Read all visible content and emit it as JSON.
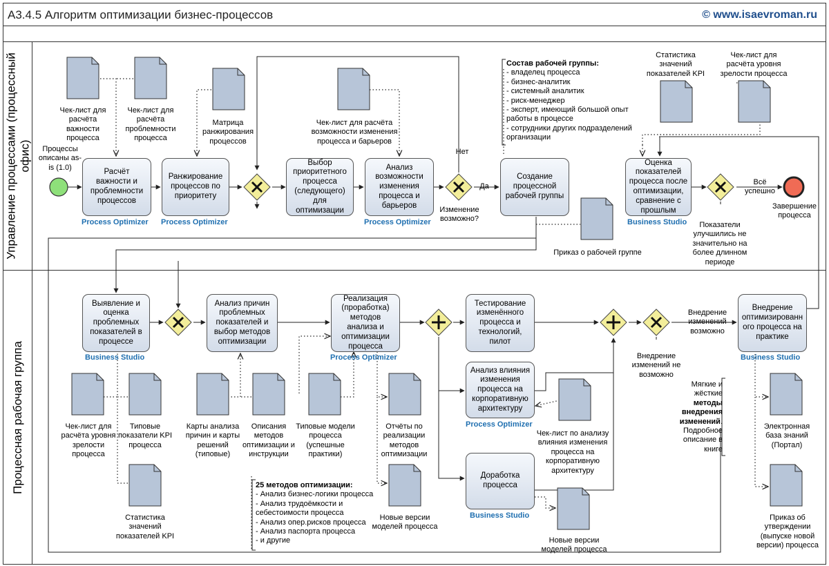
{
  "header": {
    "title": "А3.4.5 Алгоритм оптимизации бизнес-процессов",
    "site": "© www.isaevroman.ru"
  },
  "lanes": {
    "top": "Управление процессами (процессный офис)",
    "bottom": "Процессная рабочая группа"
  },
  "events": {
    "start_label": "Процессы описаны as-is (1.0)",
    "end_label": "Завершение процесса"
  },
  "tasks": {
    "t1": "Расчёт важности и проблемности процессов",
    "t2": "Ранжирование процессов по приоритету",
    "t3": "Выбор приоритетного процесса (следующего) для оптимизации",
    "t4": "Анализ возможности изменения процесса и барьеров",
    "t5": "Создание процессной рабочей группы",
    "t6": "Оценка показателей процесса после оптимизации, сравнение с прошлым",
    "b1": "Выявление и оценка проблемных показателей в процессе",
    "b2": "Анализ причин проблемных показателей и выбор методов оптимизации",
    "b3": "Реализация (проработка) методов анализа и оптимизации процесса",
    "b4": "Тестирование изменённого процесса и технологий, пилот",
    "b5": "Анализ влияния изменения процесса на корпоративную архитектуру",
    "b6": "Доработка процесса",
    "b7": "Внедрение оптимизированн ого процесса на практике"
  },
  "tools": {
    "po": "Process Optimizer",
    "bs": "Business Studio"
  },
  "documents": {
    "d1": "Чек-лист для расчёта важности процесса",
    "d2": "Чек-лист для расчёта проблемности процесса",
    "d3": "Матрица ранжирования процессов",
    "d4": "Чек-лист для расчёта возможности изменения процесса и барьеров",
    "d5": "Статистика значений показателей KPI",
    "d6": "Чек-лист для расчёта уровня зрелости процесса",
    "d7": "Приказ о рабочей группе",
    "d8": "Чек-лист для расчёта уровня зрелости процесса",
    "d9": "Типовые показатели KPI процесса",
    "d10": "Статистика значений показателей KPI",
    "d11": "Карты анализа причин и карты решений (типовые)",
    "d12": "Описания методов оптимизации и инструкции",
    "d13": "Типовые модели процесса (успешные практики)",
    "d14": "Отчёты по реализации методов оптимизации",
    "d15": "Новые версии моделей процесса",
    "d16": "Чек-лист по анализу влияния изменения процесса на корпоративную архитектуру",
    "d17": "Новые версии моделей процесса",
    "d18": "Электронная база знаний (Портал)",
    "d19": "Приказ об утверждении (выпуске новой версии) процесса"
  },
  "gateway_labels": {
    "g3_question": "Изменение возможно?",
    "g3_no": "Нет",
    "g3_yes": "Да",
    "g4_yes": "Всё успешно",
    "g4_no": "Показатели улучшились не значительно на более длинном периоде",
    "g7_yes": "Внедрение изменений возможно",
    "g7_no": "Внедрение изменений не возможно"
  },
  "annotations": {
    "team_title": "Состав рабочей группы:",
    "team_items": [
      "- владелец процесса",
      "- бизнес-аналитик",
      "- системный аналитик",
      "- риск-менеджер",
      "- эксперт, имеющий большой опыт работы в  процессе",
      "- сотрудники других подразделений организации"
    ],
    "methods_title": "25 методов оптимизации:",
    "methods_items": [
      "- Анализ бизнес-логики процесса",
      "- Анализ трудоёмкости и себестоимости процесса",
      "- Анализ опер.рисков процесса",
      "- Анализ паспорта процесса",
      "- и другие"
    ],
    "impl_pre": "Мягкие и жёсткие",
    "impl_bold": "методы внедрения изменений",
    "impl_post": ". Подробное описание в книге"
  },
  "colors": {
    "task_top": "#f5f8fc",
    "task_bottom": "#d3dce9",
    "doc_fill": "#b7c5d8",
    "gateway_fill": "#f3ee9a",
    "start_fill": "#8ee07a",
    "end_fill": "#f06b55",
    "tool_text": "#1f6fb0"
  }
}
